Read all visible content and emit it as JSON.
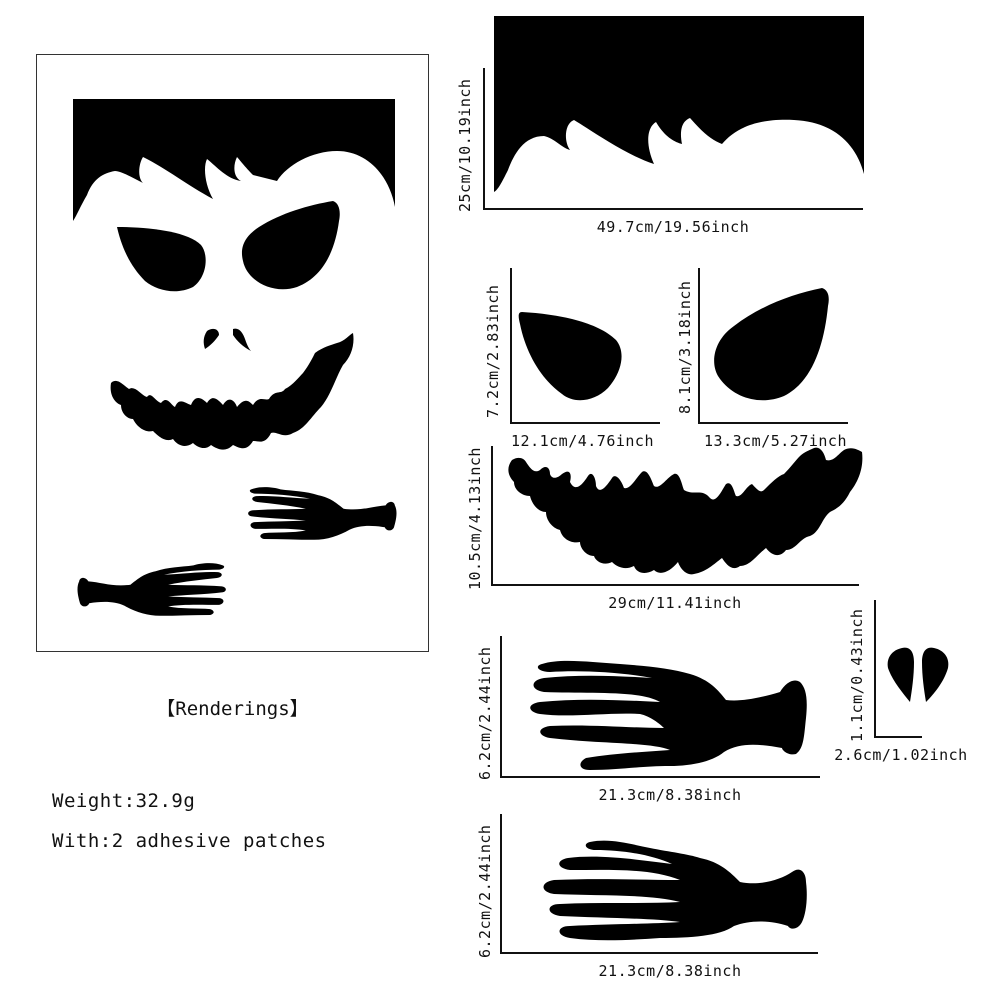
{
  "preview": {
    "title": "【Renderings】"
  },
  "specs": {
    "weight": "Weight:32.9g",
    "adhesive": "With:2 adhesive patches"
  },
  "pieces": {
    "hair": {
      "width": "49.7cm/19.56inch",
      "height": "25cm/10.19inch"
    },
    "left_eye": {
      "width": "12.1cm/4.76inch",
      "height": "7.2cm/2.83inch"
    },
    "right_eye": {
      "width": "13.3cm/5.27inch",
      "height": "8.1cm/3.18inch"
    },
    "mouth": {
      "width": "29cm/11.41inch",
      "height": "10.5cm/4.13inch"
    },
    "hand_1": {
      "width": "21.3cm/8.38inch",
      "height": "6.2cm/2.44inch"
    },
    "nose": {
      "width": "2.6cm/1.02inch",
      "height": "1.1cm/0.43inch"
    },
    "hand_2": {
      "width": "21.3cm/8.38inch",
      "height": "6.2cm/2.44inch"
    }
  },
  "colors": {
    "decal": "#000000",
    "background": "#ffffff",
    "frame": "#333333"
  }
}
